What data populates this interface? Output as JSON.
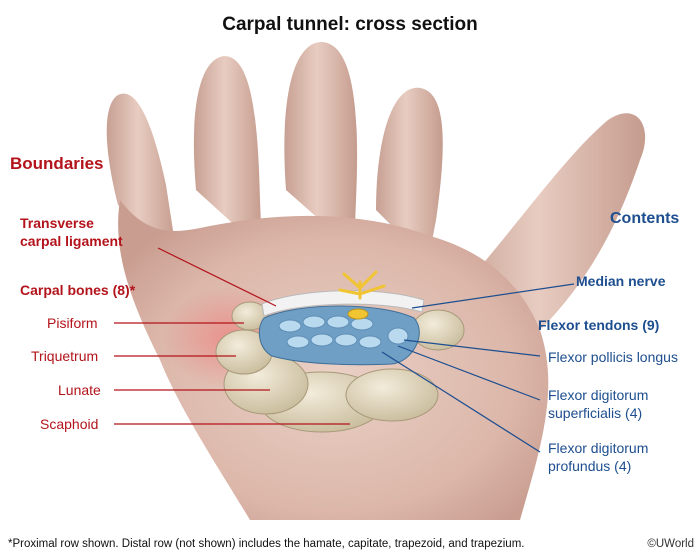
{
  "title": "Carpal tunnel: cross section",
  "boundaries": {
    "heading": "Boundaries",
    "transverse_line1": "Transverse",
    "transverse_line2": "carpal ligament",
    "carpal_bones": "Carpal bones (8)*",
    "bones": [
      "Pisiform",
      "Triquetrum",
      "Lunate",
      "Scaphoid"
    ]
  },
  "contents": {
    "heading": "Contents",
    "median_nerve": "Median nerve",
    "flexor_tendons": "Flexor tendons (9)",
    "fpl": "Flexor pollicis longus",
    "fds_line1": "Flexor digitorum",
    "fds_line2": "superficialis (4)",
    "fdp_line1": "Flexor digitorum",
    "fdp_line2": "profundus (4)"
  },
  "footnote": "*Proximal row shown. Distal row (not shown) includes the hamate, capitate, trapezoid, and trapezium.",
  "credit": "©UWorld",
  "colors": {
    "boundary_red": "#b3141b",
    "contents_blue": "#1d4e8f",
    "skin": "#e9c9bd",
    "bone": "#e6dcc4",
    "tendon": "#a9cfe6"
  }
}
